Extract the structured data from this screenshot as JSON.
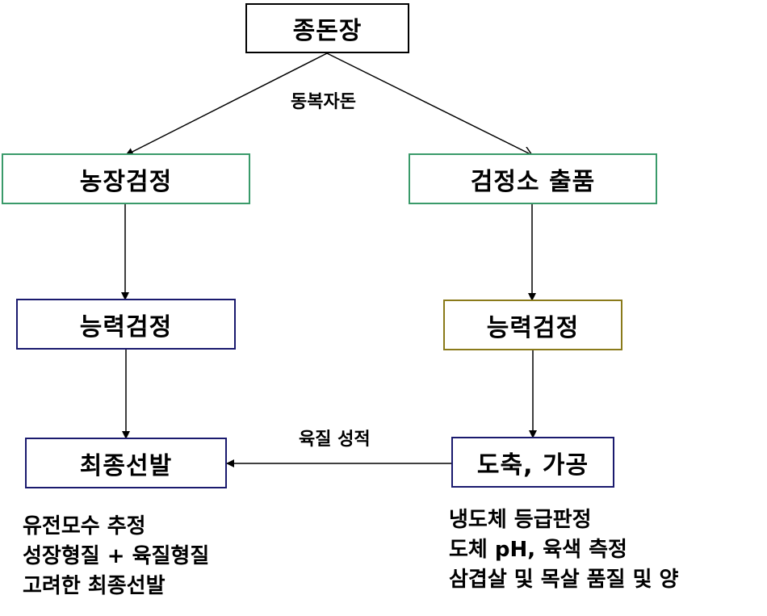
{
  "nodes": {
    "breeding_farm": "종돈장",
    "farm_test": "농장검정",
    "station_test": "검정소 출품",
    "performance_test_left": "능력검정",
    "performance_test_right": "능력검정",
    "final_selection": "최종선발",
    "slaughter": "도축, 가공"
  },
  "edge_labels": {
    "sibling_pigs": "동복자돈",
    "meat_quality": "육질 성적"
  },
  "notes_left": [
    "유전모수 추정",
    "성장형질 + 육질형질",
    "고려한 최종선발"
  ],
  "notes_right": [
    "냉도체 등급판정",
    "도체 pH, 육색 측정",
    "삼겹살 및 목살 품질 및 양"
  ],
  "colors": {
    "black_border": "#000000",
    "green_border": "#3a9a6a",
    "navy_border": "#1a1a6e",
    "olive_border": "#8a7a1a"
  }
}
